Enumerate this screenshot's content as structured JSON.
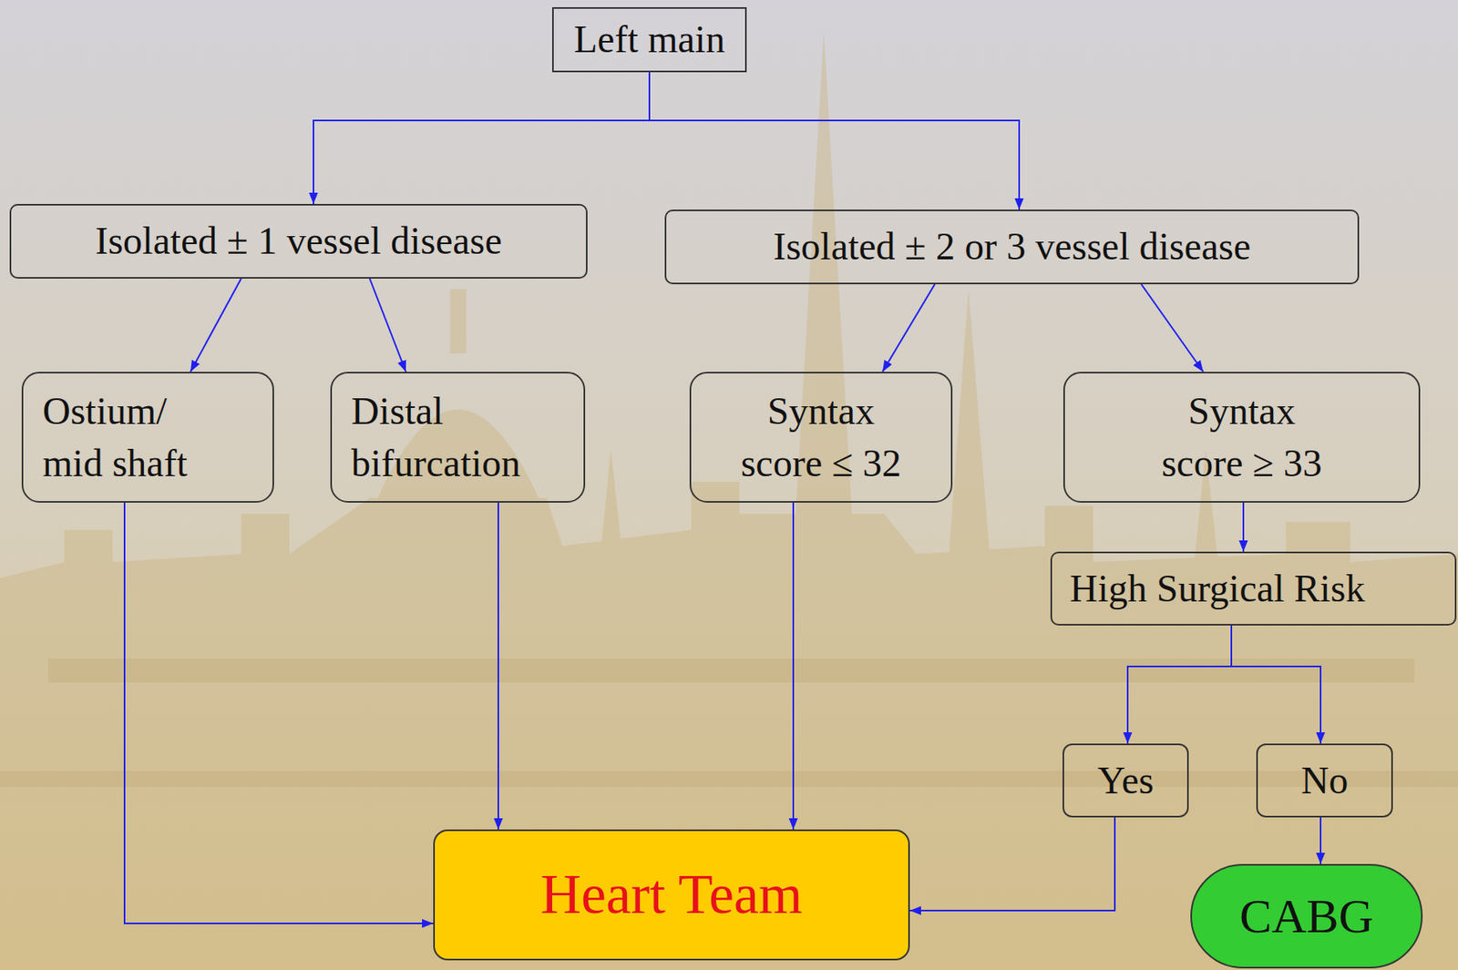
{
  "diagram": {
    "nodes": [
      {
        "text": [
          "Left main"
        ]
      },
      {
        "text": [
          "Isolated ± 1 vessel disease"
        ]
      },
      {
        "text": [
          "Isolated ± 2 or 3 vessel disease"
        ]
      },
      {
        "text": [
          "Ostium/ mid shaft"
        ]
      },
      {
        "text": [
          "Distal bifurcation"
        ]
      },
      {
        "text": [
          "Syntax score ≤ 32"
        ]
      },
      {
        "text": [
          "Syntax score ≥ 33"
        ]
      },
      {
        "text": [
          "High Surgical Risk"
        ]
      },
      {
        "text": [
          "Yes"
        ]
      },
      {
        "text": [
          "No"
        ]
      },
      {
        "text": [
          "Heart Team"
        ]
      },
      {
        "text": [
          "CABG"
        ]
      }
    ],
    "edges": [
      {
        "from": 0,
        "to": 1,
        "arrow": "to"
      },
      {
        "from": 0,
        "to": 2,
        "arrow": "to"
      },
      {
        "from": 1,
        "to": 3,
        "arrow": "to"
      },
      {
        "from": 1,
        "to": 4,
        "arrow": "to"
      },
      {
        "from": 2,
        "to": 5,
        "arrow": "to"
      },
      {
        "from": 2,
        "to": 6,
        "arrow": "to"
      },
      {
        "from": 3,
        "to": 10,
        "arrow": "to"
      },
      {
        "from": 4,
        "to": 10,
        "arrow": "to"
      },
      {
        "from": 5,
        "to": 10,
        "arrow": "to"
      },
      {
        "from": 6,
        "to": 7,
        "arrow": "to"
      },
      {
        "from": 7,
        "to": 8,
        "arrow": "to"
      },
      {
        "from": 7,
        "to": 9,
        "arrow": "to"
      },
      {
        "from": 8,
        "to": 10,
        "arrow": "to"
      },
      {
        "from": 9,
        "to": 11,
        "arrow": "to"
      }
    ]
  }
}
